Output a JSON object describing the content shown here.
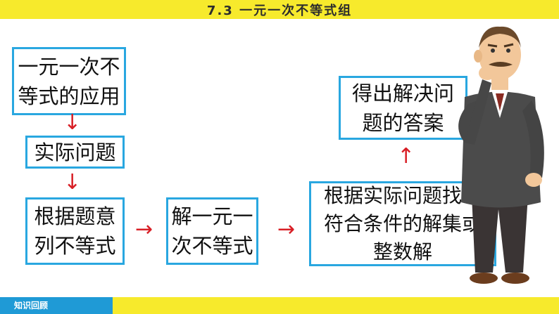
{
  "header": {
    "title": "7.3  一元一次不等式组"
  },
  "footer": {
    "tab_label": "知识回顾"
  },
  "flow": {
    "box1": {
      "line1": "一元一次不",
      "line2": "等式的应用"
    },
    "box2": {
      "line1": "实际问题"
    },
    "box3": {
      "line1": "根据题意",
      "line2": "列不等式"
    },
    "box4": {
      "line1": "解一元一",
      "line2": "次不等式"
    },
    "box5": {
      "line1": "根据实际问题找出",
      "line2": "符合条件的解集或",
      "line3": "整数解"
    },
    "box6": {
      "line1": "得出解决问",
      "line2": "题的答案"
    },
    "arrows": {
      "down": "↓",
      "right": "→",
      "up": "↑"
    }
  },
  "colors": {
    "banner": "#f7ea2c",
    "box_border": "#29a7e0",
    "arrow": "#d81f26",
    "tab": "#1f9ad6"
  },
  "illustration": {
    "icon": "thinking-man-illustration"
  }
}
